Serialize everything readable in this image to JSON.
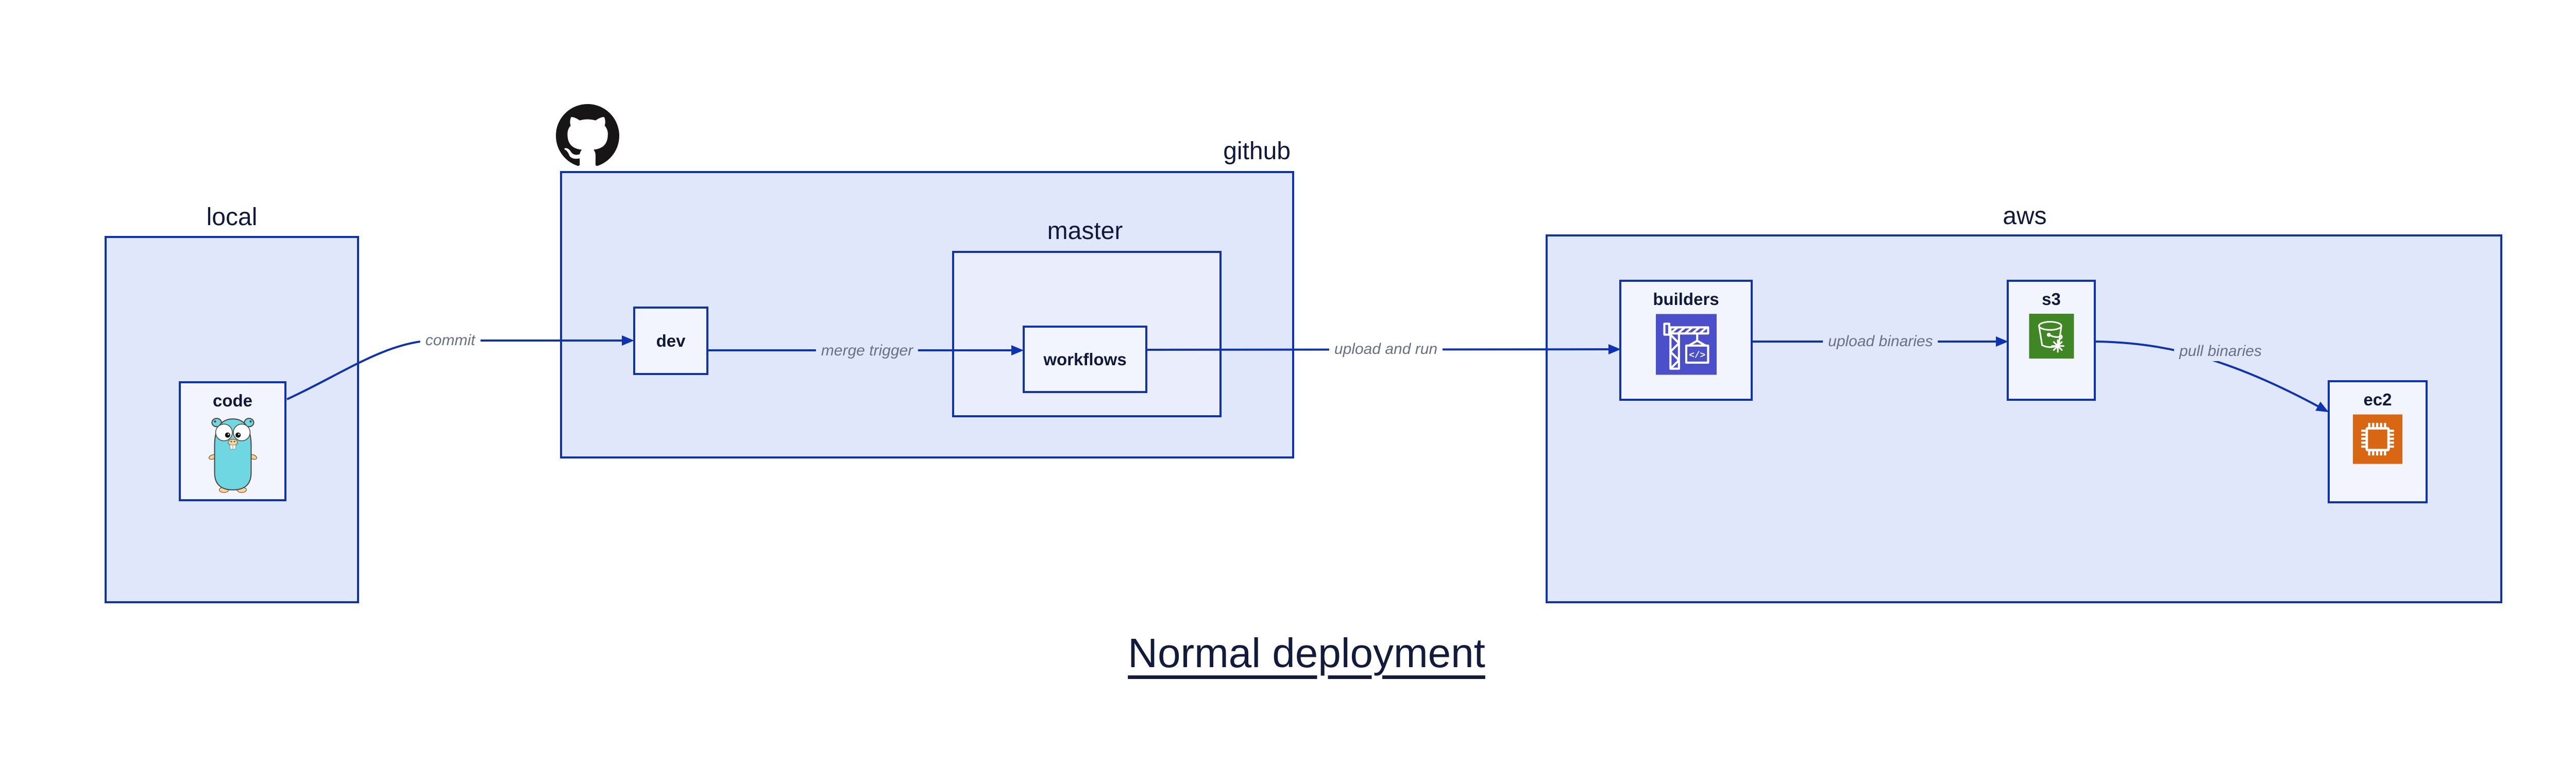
{
  "title": "Normal deployment",
  "containers": [
    {
      "id": "local",
      "label": "local"
    },
    {
      "id": "github",
      "label": "github"
    },
    {
      "id": "master",
      "label": "master"
    },
    {
      "id": "aws",
      "label": "aws"
    }
  ],
  "nodes": [
    {
      "id": "code",
      "label": "code",
      "icon": "go-gopher-icon"
    },
    {
      "id": "dev",
      "label": "dev",
      "icon": null
    },
    {
      "id": "workflows",
      "label": "workflows",
      "icon": null
    },
    {
      "id": "builders",
      "label": "builders",
      "icon": "aws-codebuild-icon"
    },
    {
      "id": "s3",
      "label": "s3",
      "icon": "aws-s3-glacier-icon"
    },
    {
      "id": "ec2",
      "label": "ec2",
      "icon": "aws-ec2-icon"
    }
  ],
  "edges": [
    {
      "from": "code",
      "to": "dev",
      "label": "commit"
    },
    {
      "from": "dev",
      "to": "workflows",
      "label": "merge trigger"
    },
    {
      "from": "workflows",
      "to": "builders",
      "label": "upload and run"
    },
    {
      "from": "builders",
      "to": "s3",
      "label": "upload binaries"
    },
    {
      "from": "s3",
      "to": "ec2",
      "label": "pull binaries"
    }
  ],
  "logos": [
    {
      "id": "github-logo",
      "name": "github-octocat-logo"
    }
  ],
  "icon_code_glyph": "</>",
  "colors": {
    "border_blue": "#0d32b3",
    "container_fill": "#e1e7fa",
    "master_fill": "#eaeefc",
    "node_fill": "#f2f5fd",
    "label_navy": "#10193c",
    "edge_label_gray": "#6a7084",
    "title_navy": "#131b3d",
    "codebuild_purple": "#4b4fc9",
    "s3_green": "#3f8624",
    "ec2_orange": "#d86613",
    "gopher_teal": "#6fd7e1",
    "github_black": "#171515",
    "white": "#ffffff"
  }
}
